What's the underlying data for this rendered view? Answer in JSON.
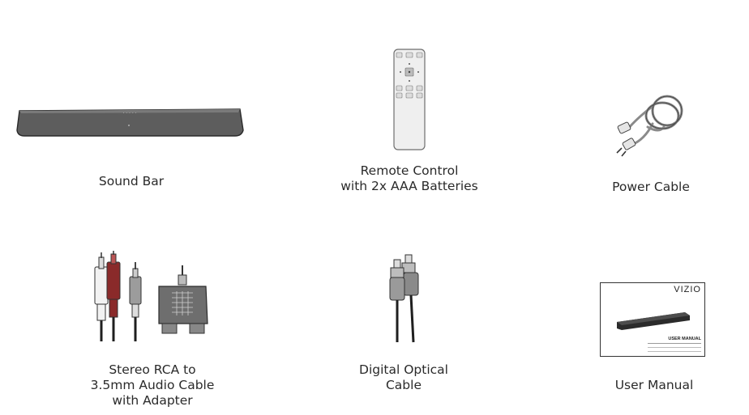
{
  "items": {
    "sound_bar": {
      "label": [
        "Sound Bar"
      ],
      "icon": "sound-bar-icon"
    },
    "remote": {
      "label": [
        "Remote Control",
        "with 2x AAA Batteries"
      ],
      "icon": "remote-control-icon"
    },
    "power_cable": {
      "label": [
        "Power Cable"
      ],
      "icon": "power-cable-icon"
    },
    "rca_cable": {
      "label": [
        "Stereo RCA to",
        "3.5mm Audio Cable",
        "with Adapter"
      ],
      "icon": "rca-cable-icon"
    },
    "optical_cable": {
      "label": [
        "Digital Optical",
        "Cable"
      ],
      "icon": "optical-cable-icon"
    },
    "user_manual": {
      "label": [
        "User Manual"
      ],
      "icon": "user-manual-icon",
      "brand": "VIZIO",
      "title": "USER MANUAL"
    }
  },
  "colors": {
    "text": "#2a2a2a",
    "soundbar": "#5b5b5b",
    "rca_red": "#8a2a2a",
    "cable": "#1f1f1f"
  }
}
